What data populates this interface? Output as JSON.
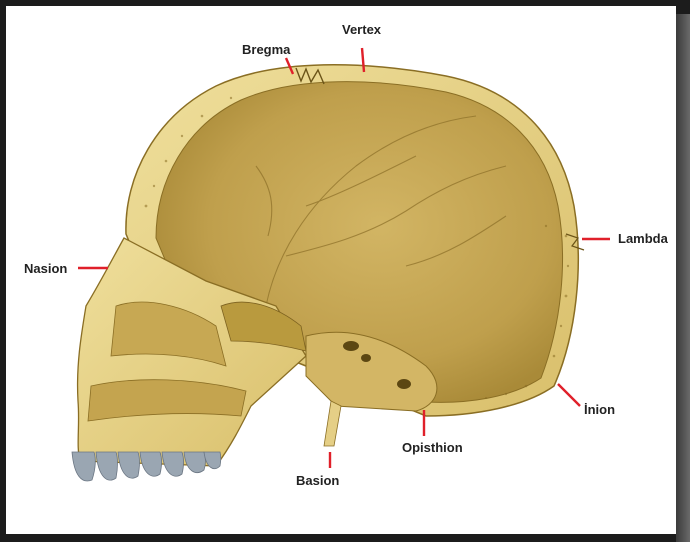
{
  "labels": {
    "vertex": "Vertex",
    "bregma": "Bregma",
    "lambda": "Lambda",
    "nasion": "Nasion",
    "inion": "İnion",
    "opisthion": "Opisthion",
    "basion": "Basion"
  },
  "colors": {
    "bone": "#e8d48a",
    "bone_dark": "#b99a3e",
    "cavity": "#c9ac58",
    "leader": "#e0202a",
    "teeth": "#9aa6b2"
  }
}
